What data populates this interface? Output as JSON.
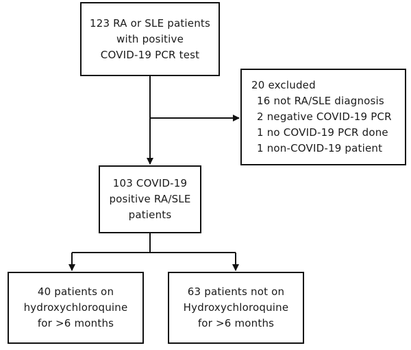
{
  "flowchart": {
    "enrolled": {
      "lines": [
        "123 RA or SLE patients",
        "with positive",
        "COVID-19 PCR test"
      ]
    },
    "excluded": {
      "title": "20 excluded",
      "reasons": [
        "16 not RA/SLE diagnosis",
        "2 negative COVID-19 PCR",
        "1 no COVID-19 PCR done",
        "1 non-COVID-19 patient"
      ]
    },
    "included": {
      "lines": [
        "103 COVID-19",
        "positive RA/SLE",
        "patients"
      ]
    },
    "groups": [
      {
        "lines": [
          "40 patients on",
          "hydroxychloroquine",
          "for >6 months"
        ]
      },
      {
        "lines": [
          "63 patients not on",
          "Hydroxychloroquine",
          "for >6 months"
        ]
      }
    ]
  }
}
